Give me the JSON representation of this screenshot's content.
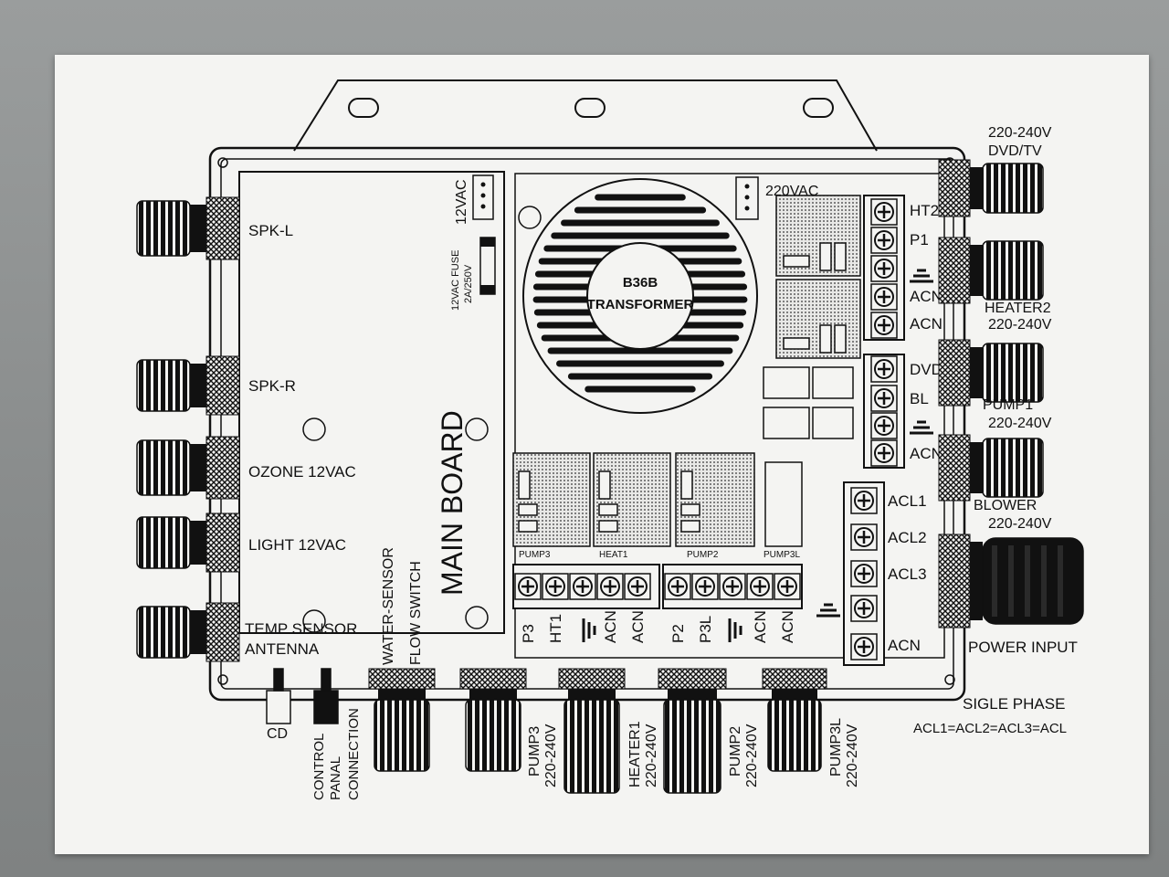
{
  "left_ports": {
    "spk_l": "SPK-L",
    "spk_r": "SPK-R",
    "ozone": "OZONE 12VAC",
    "light": "LIGHT 12VAC",
    "temp_sensor": "TEMP SENSOR",
    "antenna": "ANTENNA"
  },
  "board": {
    "main_board": "MAIN BOARD",
    "water_sensor": "WATER-SENSOR",
    "flow_switch": "FLOW SWITCH",
    "v12vac": "12VAC",
    "fuse_line1": "12VAC FUSE",
    "fuse_line2": "2A/250V",
    "transformer_line1": "B36B",
    "transformer_line2": "TRANSFORMER",
    "v220vac": "220VAC"
  },
  "relays": {
    "pump3": "PUMP3",
    "heat1": "HEAT1",
    "pump2": "PUMP2",
    "pump3l": "PUMP3L"
  },
  "bottom_terminals": [
    "P3",
    "HT1",
    "ACN",
    "ACN",
    "P2",
    "P3L",
    "ACN",
    "ACN"
  ],
  "right_terminals_top": [
    "HT2",
    "P1",
    "ACN",
    "ACN"
  ],
  "right_terminals_mid": [
    "DVD",
    "BL",
    "ACN"
  ],
  "acl_terminals": [
    "ACL1",
    "ACL2",
    "ACL3",
    "ACN"
  ],
  "right_ports": {
    "dvd_v": "220-240V",
    "dvd_name": "DVD/TV",
    "heater2_name": "HEATER2",
    "heater2_v": "220-240V",
    "pump1_name": "PUMP1",
    "pump1_v": "220-240V",
    "blower_name": "BLOWER",
    "blower_v": "220-240V",
    "power_input": "POWER INPUT"
  },
  "phase_note": {
    "line1": "SIGLE PHASE",
    "line2": "ACL1=ACL2=ACL3=ACL"
  },
  "bottom_ports": {
    "cd": "CD",
    "control_1": "CONTROL",
    "control_2": "PANAL",
    "control_3": "CONNECTION",
    "pump3_name": "PUMP3",
    "pump3_v": "220-240V",
    "heater1_name": "HEATER1",
    "heater1_v": "220-240V",
    "pump2_name": "PUMP2",
    "pump2_v": "220-240V",
    "pump3l_name": "PUMP3L",
    "pump3l_v": "220-240V"
  },
  "colors": {
    "ink": "#111111",
    "paper": "#f4f4f2",
    "background": "#8c8f8f"
  }
}
